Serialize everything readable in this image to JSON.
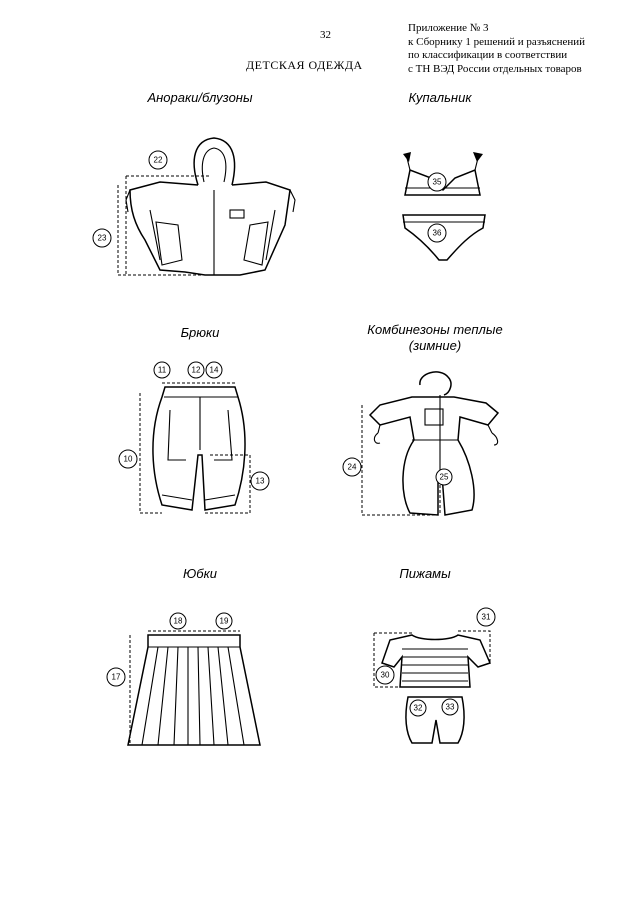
{
  "header": {
    "page_number": "32",
    "appendix_lines": [
      "Приложение № 3",
      "к Сборнику 1 решений и разъяснений",
      "по классификации в соответствии",
      "с ТН ВЭД России отдельных товаров"
    ],
    "title": "ДЕТСКАЯ ОДЕЖДА"
  },
  "items": {
    "anoraks": {
      "label": "Анораки/блузоны",
      "marks": [
        "22",
        "23"
      ]
    },
    "swimsuit": {
      "label": "Купальник",
      "marks": [
        "35",
        "36"
      ]
    },
    "trousers": {
      "label": "Брюки",
      "marks": [
        "11",
        "12",
        "14",
        "10",
        "13"
      ]
    },
    "overalls": {
      "label_line1": "Комбинезоны теплые",
      "label_line2": "(зимние)",
      "marks": [
        "24",
        "25"
      ]
    },
    "skirts": {
      "label": "Юбки",
      "marks": [
        "18",
        "19",
        "17"
      ]
    },
    "pajamas": {
      "label": "Пижамы",
      "marks": [
        "31",
        "30",
        "32",
        "33"
      ]
    }
  }
}
